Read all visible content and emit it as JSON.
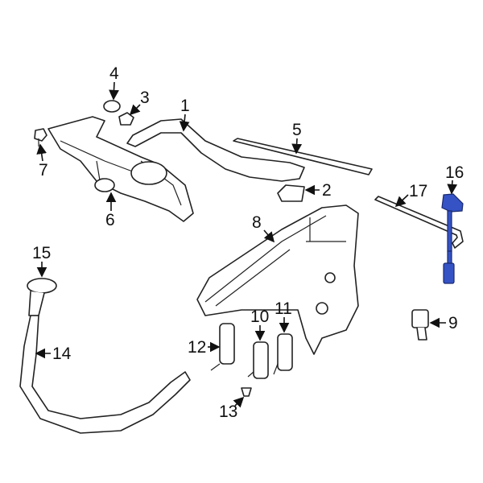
{
  "diagram": {
    "highlight_color": "#3553c4",
    "highlighted_part": "16",
    "callouts": [
      "1",
      "2",
      "3",
      "4",
      "5",
      "6",
      "7",
      "8",
      "9",
      "10",
      "11",
      "12",
      "13",
      "14",
      "15",
      "16",
      "17"
    ]
  }
}
